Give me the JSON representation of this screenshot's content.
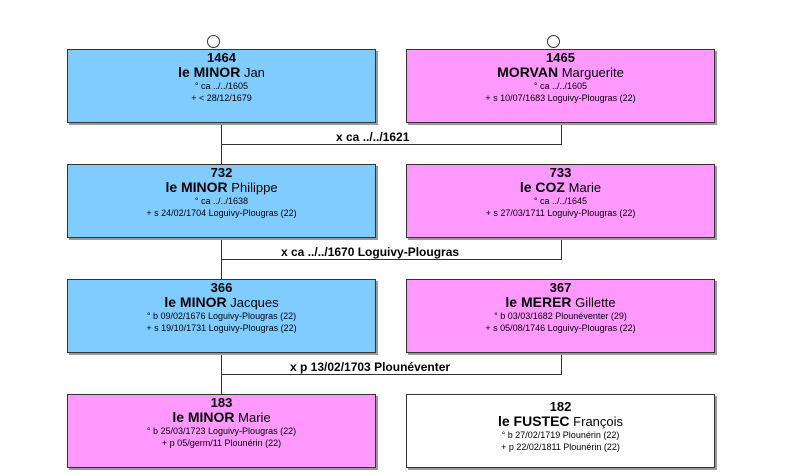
{
  "persons": {
    "p1464": {
      "num": "1464",
      "surname": "le MINOR",
      "given": "Jan",
      "l1": "° ca ../../1605",
      "l2": "+ < 28/12/1679"
    },
    "p1465": {
      "num": "1465",
      "surname": "MORVAN",
      "given": "Marguerite",
      "l1": "° ca ../../1605",
      "l2": "+ s 10/07/1683 Loguivy-Plougras (22)"
    },
    "p732": {
      "num": "732",
      "surname": "le MINOR",
      "given": "Philippe",
      "l1": "° ca ../../1638",
      "l2": "+ s 24/02/1704 Loguivy-Plougras (22)"
    },
    "p733": {
      "num": "733",
      "surname": "le COZ",
      "given": "Marie",
      "l1": "° ca ../../1645",
      "l2": "+ s 27/03/1711 Loguivy-Plougras (22)"
    },
    "p366": {
      "num": "366",
      "surname": "le MINOR",
      "given": "Jacques",
      "l1": "° b 09/02/1676 Loguivy-Plougras (22)",
      "l2": "+ s 19/10/1731 Loguivy-Plougras (22)"
    },
    "p367": {
      "num": "367",
      "surname": "le MERER",
      "given": "Gillette",
      "l1": "° b 03/03/1682 Plounéventer (29)",
      "l2": "+ s 05/08/1746 Loguivy-Plougras (22)"
    },
    "p183": {
      "num": "183",
      "surname": "le MINOR",
      "given": "Marie",
      "l1": "° b 25/03/1723 Loguivy-Plougras (22)",
      "l2": "+ p 05/germ/11 Plounérin (22)"
    },
    "p182": {
      "num": "182",
      "surname": "le FUSTEC",
      "given": "François",
      "l1": "° b 27/02/1719 Plounérin (22)",
      "l2": "+ p 22/02/1811 Plounérin (22)"
    }
  },
  "marriages": {
    "m1": "x ca ../../1621",
    "m2": "x ca ../../1670 Loguivy-Plougras",
    "m3": "x p 13/02/1703 Plounéventer"
  },
  "colors": {
    "male": "#80ccff",
    "female": "#ff99ff",
    "other": "#ffffff"
  }
}
